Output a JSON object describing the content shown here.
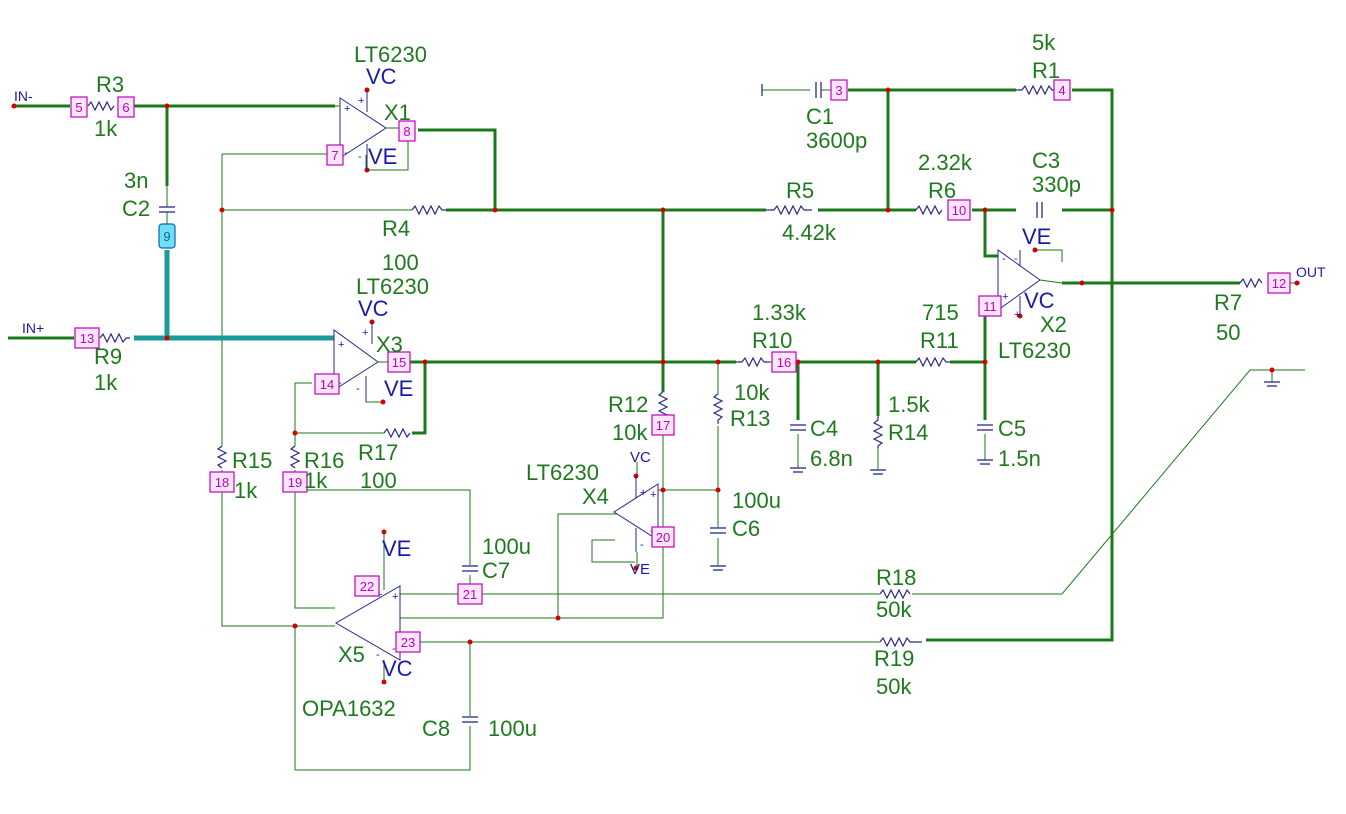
{
  "ports": {
    "in_minus": "IN-",
    "in_plus": "IN+",
    "out": "OUT"
  },
  "opamps": {
    "x1": {
      "ref": "X1",
      "model": "LT6230",
      "vc": "VC",
      "ve": "VE"
    },
    "x2": {
      "ref": "X2",
      "model": "LT6230",
      "vc": "VC",
      "ve": "VE"
    },
    "x3": {
      "ref": "X3",
      "model": "LT6230",
      "vc": "VC",
      "ve": "VE"
    },
    "x4": {
      "ref": "X4",
      "model": "LT6230",
      "vc": "VC",
      "ve": "VE"
    },
    "x5": {
      "ref": "X5",
      "model": "OPA1632",
      "vc": "VC",
      "ve": "VE"
    }
  },
  "resistors": {
    "r1": {
      "ref": "R1",
      "value": "5k"
    },
    "r3": {
      "ref": "R3",
      "value": "1k"
    },
    "r4": {
      "ref": "R4",
      "value": "100"
    },
    "r5": {
      "ref": "R5",
      "value": "4.42k"
    },
    "r6": {
      "ref": "R6",
      "value": "2.32k"
    },
    "r7": {
      "ref": "R7",
      "value": "50"
    },
    "r9": {
      "ref": "R9",
      "value": "1k"
    },
    "r10": {
      "ref": "R10",
      "value": "1.33k"
    },
    "r11": {
      "ref": "R11",
      "value": "715"
    },
    "r12": {
      "ref": "R12",
      "value": "10k"
    },
    "r13": {
      "ref": "R13",
      "value": "10k"
    },
    "r14": {
      "ref": "R14",
      "value": "1.5k"
    },
    "r15": {
      "ref": "R15",
      "value": "1k"
    },
    "r16": {
      "ref": "R16",
      "value": "1k"
    },
    "r17": {
      "ref": "R17",
      "value": "100"
    },
    "r18": {
      "ref": "R18",
      "value": "50k"
    },
    "r19": {
      "ref": "R19",
      "value": "50k"
    }
  },
  "capacitors": {
    "c1": {
      "ref": "C1",
      "value": "3600p"
    },
    "c2": {
      "ref": "C2",
      "value": "3n"
    },
    "c3": {
      "ref": "C3",
      "value": "330p"
    },
    "c4": {
      "ref": "C4",
      "value": "6.8n"
    },
    "c5": {
      "ref": "C5",
      "value": "1.5n"
    },
    "c6": {
      "ref": "C6",
      "value": "100u"
    },
    "c7": {
      "ref": "C7",
      "value": "100u"
    },
    "c8": {
      "ref": "C8",
      "value": "100u"
    }
  },
  "nodes": [
    "3",
    "4",
    "5",
    "6",
    "7",
    "8",
    "9",
    "10",
    "11",
    "12",
    "13",
    "14",
    "15",
    "16",
    "17",
    "18",
    "19",
    "20",
    "21",
    "22",
    "23"
  ],
  "colors": {
    "wire": "#1a7a1a",
    "label": "#1f7a1f",
    "supply": "#1a1aaa",
    "node": "#c000c0",
    "node9": "#1060c0",
    "junction": "#d40000"
  }
}
